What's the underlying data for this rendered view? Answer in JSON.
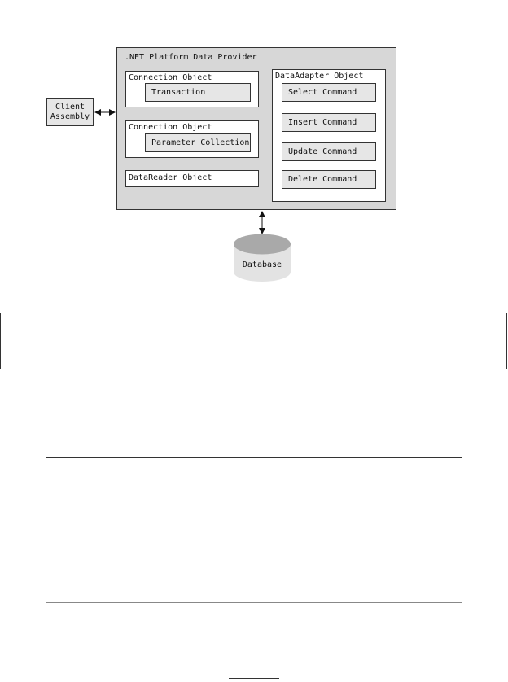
{
  "diagram": {
    "provider_title": ".NET Platform Data Provider",
    "client": {
      "line1": "Client",
      "line2": "Assembly"
    },
    "connection1": {
      "title": "Connection Object",
      "child": "Transaction"
    },
    "connection2": {
      "title": "Connection Object",
      "child": "Parameter Collection"
    },
    "datareader": {
      "title": "DataReader Object"
    },
    "dataadapter": {
      "title": "DataAdapter Object",
      "commands": [
        "Select Command",
        "Insert Command",
        "Update Command",
        "Delete Command"
      ]
    },
    "database": {
      "label": "Database"
    }
  },
  "colors": {
    "provider_fill": "#d7d7d7",
    "command_fill": "#e6e6e6",
    "cylinder_top": "#a9a9a9",
    "cylinder_body": "#e3e3e3"
  }
}
